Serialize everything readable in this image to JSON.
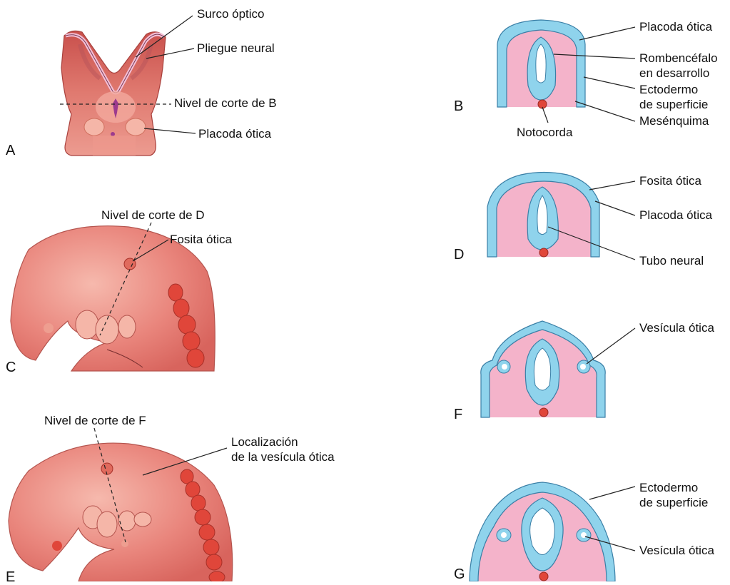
{
  "panels": {
    "A": {
      "letter": "A",
      "labels": [
        "Surco óptico",
        "Pliegue neural",
        "Nivel de corte de B",
        "Placoda ótica"
      ]
    },
    "B": {
      "letter": "B",
      "labels": [
        "Placoda ótica",
        "Rombencéfalo",
        "en desarrollo",
        "Ectodermo",
        "de superficie",
        "Mesénquima",
        "Notocorda"
      ]
    },
    "C": {
      "letter": "C",
      "labels": [
        "Nivel de corte de D",
        "Fosita ótica"
      ]
    },
    "D": {
      "letter": "D",
      "labels": [
        "Fosita ótica",
        "Placoda ótica",
        "Tubo neural"
      ]
    },
    "E": {
      "letter": "E",
      "labels": [
        "Nivel de corte de F",
        "Localización",
        "de la vesícula ótica"
      ]
    },
    "F": {
      "letter": "F",
      "labels": [
        "Vesícula ótica"
      ]
    },
    "G": {
      "letter": "G",
      "labels": [
        "Ectodermo",
        "de superficie",
        "Vesícula ótica"
      ]
    }
  },
  "colors": {
    "ectoderm": "#8fd3ec",
    "mesenchyme": "#f4b3ca",
    "embryo": "#e9857c",
    "embryo_light": "#f3b3a6",
    "notochord": "#e0463a",
    "outline": "#5a2c2c"
  }
}
